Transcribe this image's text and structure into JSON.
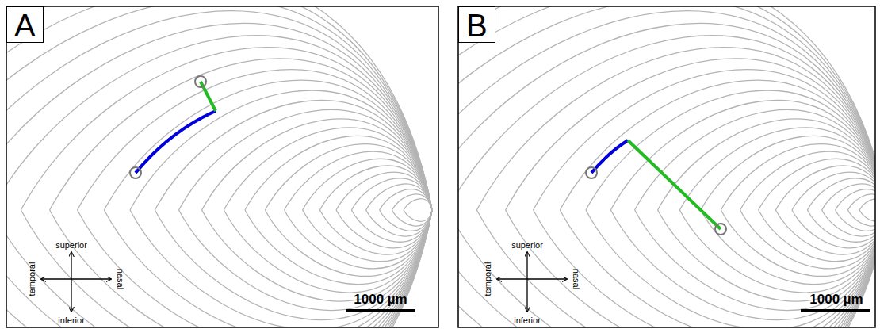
{
  "diagram": {
    "nodes": [
      {
        "text": [
          "A"
        ]
      },
      {
        "text": [
          "B"
        ]
      }
    ],
    "edges": [],
    "labels": [
      "superior",
      "inferior",
      "temporal",
      "nasal",
      "1000 µm",
      "superior",
      "inferior",
      "temporal",
      "nasal",
      "1000 µm"
    ]
  }
}
